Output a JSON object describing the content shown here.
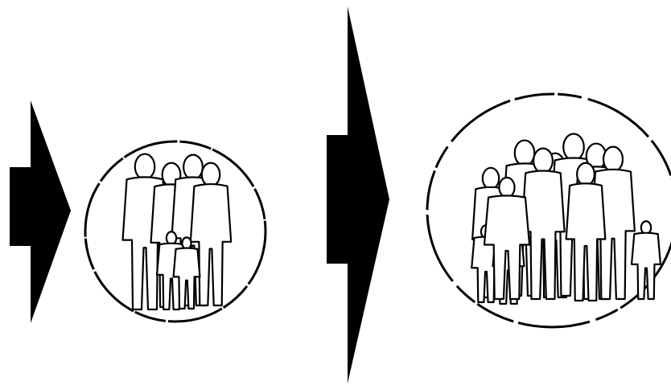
{
  "diagram": {
    "ink_color": "#000000",
    "background_color": "#ffffff",
    "sequence": [
      {
        "kind": "arrow",
        "size": "small",
        "direction": "right"
      },
      {
        "kind": "group-circle",
        "size": "small",
        "figures": [
          "adult",
          "adult",
          "adult",
          "adult",
          "child",
          "child"
        ]
      },
      {
        "kind": "arrow",
        "size": "large",
        "direction": "right"
      },
      {
        "kind": "group-circle",
        "size": "large",
        "figures": [
          "adult",
          "adult",
          "adult",
          "adult",
          "adult",
          "adult",
          "adult",
          "adult",
          "child",
          "child",
          "child",
          "child"
        ]
      }
    ]
  }
}
